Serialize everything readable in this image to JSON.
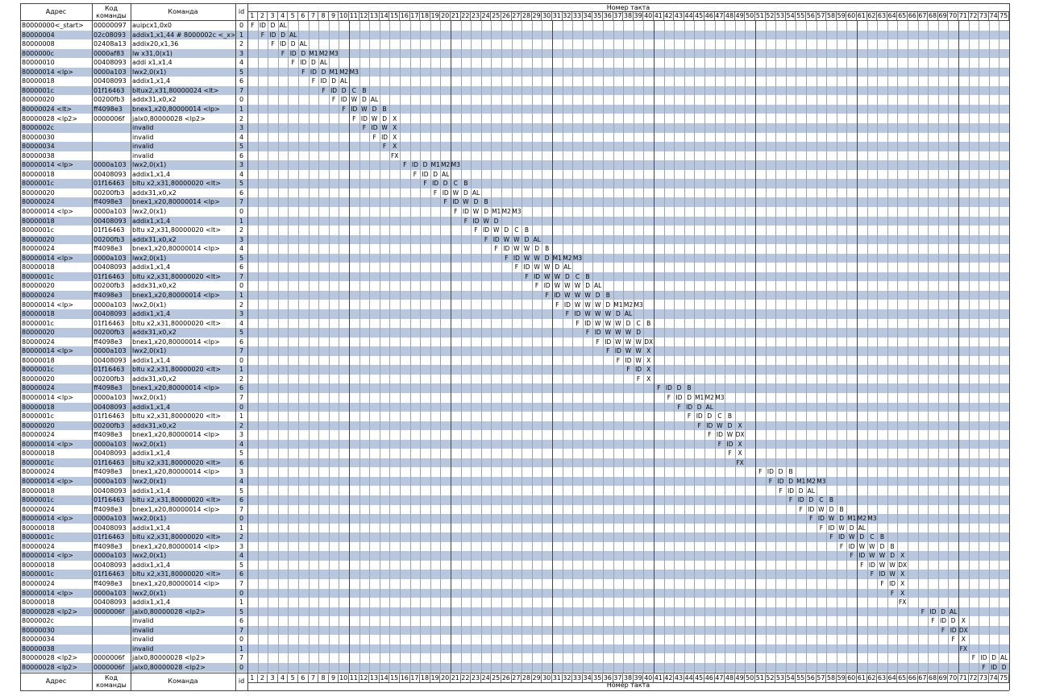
{
  "header": {
    "col_addr": "Адрес",
    "col_code": "Код команды",
    "col_cmd": "Команда",
    "col_id": "id",
    "tick_title": "Номер такта"
  },
  "tick_count": 75,
  "colors": {
    "row_alt": "#b8c7dd",
    "grid": "#888888",
    "border": "#444444"
  },
  "rows": [
    {
      "addr": "80000000<_start>",
      "code": "00000097",
      "cmd": "auipcx1,0x0",
      "id": "0",
      "start": 1,
      "stages": [
        "F",
        "ID",
        "D",
        "AL"
      ]
    },
    {
      "addr": "80000004",
      "code": "02c08093",
      "cmd": "addix1,x1,44 # 8000002c <_x>",
      "id": "1",
      "start": 2,
      "stages": [
        "F",
        "ID",
        "D",
        "AL"
      ]
    },
    {
      "addr": "80000008",
      "code": "02408a13",
      "cmd": "addix20,x1,36",
      "id": "2",
      "start": 3,
      "stages": [
        "F",
        "ID",
        "D",
        "AL"
      ]
    },
    {
      "addr": "8000000c",
      "code": "0000af83",
      "cmd": "lw     x31,0(x1)",
      "id": "3",
      "start": 4,
      "stages": [
        "F",
        "ID",
        "D",
        "M1",
        "M2",
        "M3"
      ]
    },
    {
      "addr": "80000010",
      "code": "00408093",
      "cmd": "addi      x1,x1,4",
      "id": "4",
      "start": 5,
      "stages": [
        "F",
        "ID",
        "D",
        "AL"
      ]
    },
    {
      "addr": "80000014 <lp>",
      "code": "0000a103",
      "cmd": "lwx2,0(x1)",
      "id": "5",
      "start": 6,
      "stages": [
        "F",
        "ID",
        "D",
        "M1",
        "M2",
        "M3"
      ]
    },
    {
      "addr": "80000018",
      "code": "00408093",
      "cmd": "addix1,x1,4",
      "id": "6",
      "start": 7,
      "stages": [
        "F",
        "ID",
        "D",
        "AL"
      ]
    },
    {
      "addr": "8000001c",
      "code": "01f16463",
      "cmd": "bltux2,x31,80000024 <lt>",
      "id": "7",
      "start": 8,
      "stages": [
        "F",
        "ID",
        "D",
        "C",
        "B"
      ]
    },
    {
      "addr": "80000020",
      "code": "00200fb3",
      "cmd": "addx31,x0,x2",
      "id": "0",
      "start": 9,
      "stages": [
        "F",
        "ID",
        "W",
        "D",
        "AL"
      ]
    },
    {
      "addr": "80000024 <lt>",
      "code": "ff4098e3",
      "cmd": "bnex1,x20,80000014 <lp>",
      "id": "1",
      "start": 10,
      "stages": [
        "F",
        "ID",
        "W",
        "D",
        "B"
      ]
    },
    {
      "addr": "80000028 <lp2>",
      "code": "0000006f",
      "cmd": "jalx0,80000028 <lp2>",
      "id": "2",
      "start": 11,
      "stages": [
        "F",
        "ID",
        "W",
        "D",
        "X"
      ]
    },
    {
      "addr": "8000002c",
      "code": "",
      "cmd": "invalid",
      "id": "3",
      "start": 12,
      "stages": [
        "F",
        "ID",
        "W",
        "X"
      ]
    },
    {
      "addr": "80000030",
      "code": "",
      "cmd": "invalid",
      "id": "4",
      "start": 13,
      "stages": [
        "F",
        "ID",
        "X"
      ]
    },
    {
      "addr": "80000034",
      "code": "",
      "cmd": "invalid",
      "id": "5",
      "start": 14,
      "stages": [
        "F",
        "X"
      ]
    },
    {
      "addr": "80000038",
      "code": "",
      "cmd": "invalid",
      "id": "6",
      "start": 15,
      "stages": [
        "FX"
      ]
    },
    {
      "addr": "80000014 <lp>",
      "code": "0000a103",
      "cmd": "lwx2,0(x1)",
      "id": "3",
      "start": 16,
      "stages": [
        "F",
        "ID",
        "D",
        "M1",
        "M2",
        "M3"
      ]
    },
    {
      "addr": "80000018",
      "code": "00408093",
      "cmd": "addix1,x1,4",
      "id": "4",
      "start": 17,
      "stages": [
        "F",
        "ID",
        "D",
        "AL"
      ]
    },
    {
      "addr": "8000001c",
      "code": "01f16463",
      "cmd": "bltu      x2,x31,80000020 <lt>",
      "id": "5",
      "start": 18,
      "stages": [
        "F",
        "ID",
        "D",
        "C",
        "B"
      ]
    },
    {
      "addr": "80000020",
      "code": "00200fb3",
      "cmd": "addx31,x0,x2",
      "id": "6",
      "start": 19,
      "stages": [
        "F",
        "ID",
        "W",
        "D",
        "AL"
      ]
    },
    {
      "addr": "80000024",
      "code": "ff4098e3",
      "cmd": "bnex1,x20,80000014 <lp>",
      "id": "7",
      "start": 20,
      "stages": [
        "F",
        "ID",
        "W",
        "D",
        "B"
      ]
    },
    {
      "addr": "80000014 <lp>",
      "code": "0000a103",
      "cmd": "lwx2,0(x1)",
      "id": "0",
      "start": 21,
      "stages": [
        "F",
        "ID",
        "W",
        "D",
        "M1",
        "M2",
        "M3"
      ]
    },
    {
      "addr": "80000018",
      "code": "00408093",
      "cmd": "addix1,x1,4",
      "id": "1",
      "start": 22,
      "stages": [
        "F",
        "ID",
        "W",
        "D"
      ]
    },
    {
      "addr": "8000001c",
      "code": "01f16463",
      "cmd": "bltu      x2,x31,80000020 <lt>",
      "id": "2",
      "start": 23,
      "stages": [
        "F",
        "ID",
        "W",
        "D",
        "C",
        "B"
      ]
    },
    {
      "addr": "80000020",
      "code": "00200fb3",
      "cmd": "addx31,x0,x2",
      "id": "3",
      "start": 24,
      "stages": [
        "F",
        "ID",
        "W",
        "W",
        "D",
        "AL"
      ]
    },
    {
      "addr": "80000024",
      "code": "ff4098e3",
      "cmd": "bnex1,x20,80000014 <lp>",
      "id": "4",
      "start": 25,
      "stages": [
        "F",
        "ID",
        "W",
        "W",
        "D",
        "B"
      ]
    },
    {
      "addr": "80000014 <lp>",
      "code": "0000a103",
      "cmd": "lwx2,0(x1)",
      "id": "5",
      "start": 26,
      "stages": [
        "F",
        "ID",
        "W",
        "W",
        "D",
        "M1",
        "M2",
        "M3"
      ]
    },
    {
      "addr": "80000018",
      "code": "00408093",
      "cmd": "addix1,x1,4",
      "id": "6",
      "start": 27,
      "stages": [
        "F",
        "ID",
        "W",
        "W",
        "D",
        "AL"
      ]
    },
    {
      "addr": "8000001c",
      "code": "01f16463",
      "cmd": "bltu      x2,x31,80000020 <lt>",
      "id": "7",
      "start": 28,
      "stages": [
        "F",
        "ID",
        "W",
        "W",
        "D",
        "C",
        "B"
      ]
    },
    {
      "addr": "80000020",
      "code": "00200fb3",
      "cmd": "addx31,x0,x2",
      "id": "0",
      "start": 29,
      "stages": [
        "F",
        "ID",
        "W",
        "W",
        "W",
        "D",
        "AL"
      ]
    },
    {
      "addr": "80000024",
      "code": "ff4098e3",
      "cmd": "bnex1,x20,80000014 <lp>",
      "id": "1",
      "start": 30,
      "stages": [
        "F",
        "ID",
        "W",
        "W",
        "W",
        "D",
        "B"
      ]
    },
    {
      "addr": "80000014 <lp>",
      "code": "0000a103",
      "cmd": "lwx2,0(x1)",
      "id": "2",
      "start": 31,
      "stages": [
        "F",
        "ID",
        "W",
        "W",
        "W",
        "D",
        "M1",
        "M2",
        "M3"
      ]
    },
    {
      "addr": "80000018",
      "code": "00408093",
      "cmd": "addix1,x1,4",
      "id": "3",
      "start": 32,
      "stages": [
        "F",
        "ID",
        "W",
        "W",
        "W",
        "D",
        "AL"
      ]
    },
    {
      "addr": "8000001c",
      "code": "01f16463",
      "cmd": "bltu      x2,x31,80000020 <lt>",
      "id": "4",
      "start": 33,
      "stages": [
        "F",
        "ID",
        "W",
        "W",
        "W",
        "D",
        "C",
        "B"
      ]
    },
    {
      "addr": "80000020",
      "code": "00200fb3",
      "cmd": "addx31,x0,x2",
      "id": "5",
      "start": 34,
      "stages": [
        "F",
        "ID",
        "W",
        "W",
        "W",
        "D"
      ]
    },
    {
      "addr": "80000024",
      "code": "ff4098e3",
      "cmd": "bnex1,x20,80000014 <lp>",
      "id": "6",
      "start": 35,
      "stages": [
        "F",
        "ID",
        "W",
        "W",
        "W",
        "DX"
      ]
    },
    {
      "addr": "80000014 <lp>",
      "code": "0000a103",
      "cmd": "lwx2,0(x1)",
      "id": "7",
      "start": 36,
      "stages": [
        "F",
        "ID",
        "W",
        "W",
        "X"
      ]
    },
    {
      "addr": "80000018",
      "code": "00408093",
      "cmd": "addix1,x1,4",
      "id": "0",
      "start": 37,
      "stages": [
        "F",
        "ID",
        "W",
        "X"
      ]
    },
    {
      "addr": "8000001c",
      "code": "01f16463",
      "cmd": "bltu      x2,x31,80000020 <lt>",
      "id": "1",
      "start": 38,
      "stages": [
        "F",
        "ID",
        "X"
      ]
    },
    {
      "addr": "80000020",
      "code": "00200fb3",
      "cmd": "addx31,x0,x2",
      "id": "2",
      "start": 39,
      "stages": [
        "F",
        "X"
      ]
    },
    {
      "addr": "80000024",
      "code": "ff4098e3",
      "cmd": "bnex1,x20,80000014 <lp>",
      "id": "6",
      "start": 41,
      "stages": [
        "F",
        "ID",
        "D",
        "B"
      ]
    },
    {
      "addr": "80000014 <lp>",
      "code": "0000a103",
      "cmd": "lwx2,0(x1)",
      "id": "7",
      "start": 42,
      "stages": [
        "F",
        "ID",
        "D",
        "M1",
        "M2",
        "M3"
      ]
    },
    {
      "addr": "80000018",
      "code": "00408093",
      "cmd": "addix1,x1,4",
      "id": "0",
      "start": 43,
      "stages": [
        "F",
        "ID",
        "D",
        "AL"
      ]
    },
    {
      "addr": "8000001c",
      "code": "01f16463",
      "cmd": "bltu      x2,x31,80000020 <lt>",
      "id": "1",
      "start": 44,
      "stages": [
        "F",
        "ID",
        "D",
        "C",
        "B"
      ]
    },
    {
      "addr": "80000020",
      "code": "00200fb3",
      "cmd": "addx31,x0,x2",
      "id": "2",
      "start": 45,
      "stages": [
        "F",
        "ID",
        "W",
        "D",
        "X"
      ]
    },
    {
      "addr": "80000024",
      "code": "ff4098e3",
      "cmd": "bnex1,x20,80000014 <lp>",
      "id": "3",
      "start": 46,
      "stages": [
        "F",
        "ID",
        "W",
        "DX"
      ]
    },
    {
      "addr": "80000014 <lp>",
      "code": "0000a103",
      "cmd": "lwx2,0(x1)",
      "id": "4",
      "start": 47,
      "stages": [
        "F",
        "ID",
        "X"
      ]
    },
    {
      "addr": "80000018",
      "code": "00408093",
      "cmd": "addix1,x1,4",
      "id": "5",
      "start": 48,
      "stages": [
        "F",
        "X"
      ]
    },
    {
      "addr": "8000001c",
      "code": "01f16463",
      "cmd": "bltu      x2,x31,80000020 <lt>",
      "id": "6",
      "start": 49,
      "stages": [
        "FX"
      ]
    },
    {
      "addr": "80000024",
      "code": "ff4098e3",
      "cmd": "bnex1,x20,80000014 <lp>",
      "id": "3",
      "start": 51,
      "stages": [
        "F",
        "ID",
        "D",
        "B"
      ]
    },
    {
      "addr": "80000014 <lp>",
      "code": "0000a103",
      "cmd": "lwx2,0(x1)",
      "id": "4",
      "start": 52,
      "stages": [
        "F",
        "ID",
        "D",
        "M1",
        "M2",
        "M3"
      ]
    },
    {
      "addr": "80000018",
      "code": "00408093",
      "cmd": "addix1,x1,4",
      "id": "5",
      "start": 53,
      "stages": [
        "F",
        "ID",
        "D",
        "AL"
      ]
    },
    {
      "addr": "8000001c",
      "code": "01f16463",
      "cmd": "bltu      x2,x31,80000020 <lt>",
      "id": "6",
      "start": 54,
      "stages": [
        "F",
        "ID",
        "D",
        "C",
        "B"
      ]
    },
    {
      "addr": "80000024",
      "code": "ff4098e3",
      "cmd": "bnex1,x20,80000014 <lp>",
      "id": "7",
      "start": 55,
      "stages": [
        "F",
        "ID",
        "W",
        "D",
        "B"
      ]
    },
    {
      "addr": "80000014 <lp>",
      "code": "0000a103",
      "cmd": "lwx2,0(x1)",
      "id": "0",
      "start": 56,
      "stages": [
        "F",
        "ID",
        "W",
        "D",
        "M1",
        "M2",
        "M3"
      ]
    },
    {
      "addr": "80000018",
      "code": "00408093",
      "cmd": "addix1,x1,4",
      "id": "1",
      "start": 57,
      "stages": [
        "F",
        "ID",
        "W",
        "D",
        "AL"
      ]
    },
    {
      "addr": "8000001c",
      "code": "01f16463",
      "cmd": "bltu      x2,x31,80000020 <lt>",
      "id": "2",
      "start": 58,
      "stages": [
        "F",
        "ID",
        "W",
        "D",
        "C",
        "B"
      ]
    },
    {
      "addr": "80000024",
      "code": "ff4098e3",
      "cmd": "bnex1,x20,80000014 <lp>",
      "id": "3",
      "start": 59,
      "stages": [
        "F",
        "ID",
        "W",
        "W",
        "D",
        "B"
      ]
    },
    {
      "addr": "80000014 <lp>",
      "code": "0000a103",
      "cmd": "lwx2,0(x1)",
      "id": "4",
      "start": 60,
      "stages": [
        "F",
        "ID",
        "W",
        "W",
        "D",
        "X"
      ]
    },
    {
      "addr": "80000018",
      "code": "00408093",
      "cmd": "addix1,x1,4",
      "id": "5",
      "start": 61,
      "stages": [
        "F",
        "ID",
        "W",
        "W",
        "DX"
      ]
    },
    {
      "addr": "8000001c",
      "code": "01f16463",
      "cmd": "bltu      x2,x31,80000020 <lt>",
      "id": "6",
      "start": 62,
      "stages": [
        "F",
        "ID",
        "W",
        "X"
      ]
    },
    {
      "addr": "80000024",
      "code": "ff4098e3",
      "cmd": "bnex1,x20,80000014 <lp>",
      "id": "7",
      "start": 63,
      "stages": [
        "F",
        "ID",
        "X"
      ]
    },
    {
      "addr": "80000014 <lp>",
      "code": "0000a103",
      "cmd": "lwx2,0(x1)",
      "id": "0",
      "start": 64,
      "stages": [
        "F",
        "X"
      ]
    },
    {
      "addr": "80000018",
      "code": "00408093",
      "cmd": "addix1,x1,4",
      "id": "1",
      "start": 65,
      "stages": [
        "FX"
      ]
    },
    {
      "addr": "80000028 <lp2>",
      "code": "0000006f",
      "cmd": "jalx0,80000028 <lp2>",
      "id": "5",
      "start": 67,
      "stages": [
        "F",
        "ID",
        "D",
        "AL"
      ]
    },
    {
      "addr": "8000002c",
      "code": "",
      "cmd": "invalid",
      "id": "6",
      "start": 68,
      "stages": [
        "F",
        "ID",
        "D",
        "X"
      ]
    },
    {
      "addr": "80000030",
      "code": "",
      "cmd": "invalid",
      "id": "7",
      "start": 69,
      "stages": [
        "F",
        "ID",
        "DX"
      ]
    },
    {
      "addr": "80000034",
      "code": "",
      "cmd": "invalid",
      "id": "0",
      "start": 70,
      "stages": [
        "F",
        "X"
      ]
    },
    {
      "addr": "80000038",
      "code": "",
      "cmd": "invalid",
      "id": "1",
      "start": 71,
      "stages": [
        "FX"
      ]
    },
    {
      "addr": "80000028 <lp2>",
      "code": "0000006f",
      "cmd": "jalx0,80000028 <lp2>",
      "id": "7",
      "start": 72,
      "stages": [
        "F",
        "ID",
        "D",
        "AL"
      ]
    },
    {
      "addr": "80000028 <lp2>",
      "code": "0000006f",
      "cmd": "jalx0,80000028 <lp2>",
      "id": "0",
      "start": 73,
      "stages": [
        "F",
        "ID",
        "D",
        "AL"
      ]
    }
  ]
}
